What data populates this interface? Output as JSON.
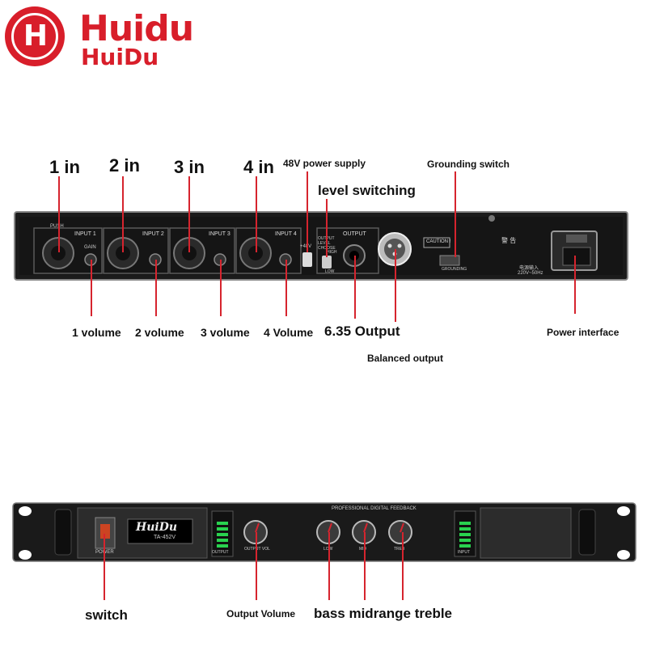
{
  "brand": {
    "name": "Huidu",
    "name_alt": "HuiDu"
  },
  "rear_panel": {
    "labels_top": {
      "in1": "1 in",
      "in2": "2 in",
      "in3": "3 in",
      "in4": "4 in",
      "phantom": "48V power supply",
      "level": "level switching",
      "ground": "Grounding switch"
    },
    "labels_bottom": {
      "vol1": "1 volume",
      "vol2": "2 volume",
      "vol3": "3 volume",
      "vol4": "4 Volume",
      "output635": "6.35 Output",
      "balanced": "Balanced output",
      "power": "Power interface"
    },
    "panel_text": {
      "input1": "INPUT 1",
      "input2": "INPUT 2",
      "input3": "INPUT 3",
      "input4": "INPUT 4",
      "gain": "GAIN",
      "output": "OUTPUT",
      "push": "PUSH",
      "level_choose": "OUTPUT LEVEL CHOOSE",
      "high": "HIGH",
      "low": "LOW",
      "v48": "+48V",
      "caution": "CAUTION !",
      "grounding": "GROUNDING",
      "warning": "警 告",
      "power_input": "电源输入",
      "voltage": "220V~50Hz"
    }
  },
  "front_panel": {
    "display_brand": "HuiDu",
    "model": "TA-452V",
    "header_text": "PROFESSIONAL DIGITAL FEEDBACK",
    "power_label": "POWER",
    "output_label": "OUTPUT",
    "input_label": "INPUT",
    "knob_labels": [
      "OUTPUT VOL",
      "LOW",
      "MID",
      "TREB"
    ],
    "labels": {
      "switch": "switch",
      "output_volume": "Output Volume",
      "eq": "bass midrange treble"
    }
  },
  "colors": {
    "accent": "#d6242e",
    "brand": "#d81e2a",
    "panel": "#1b1b1b"
  }
}
